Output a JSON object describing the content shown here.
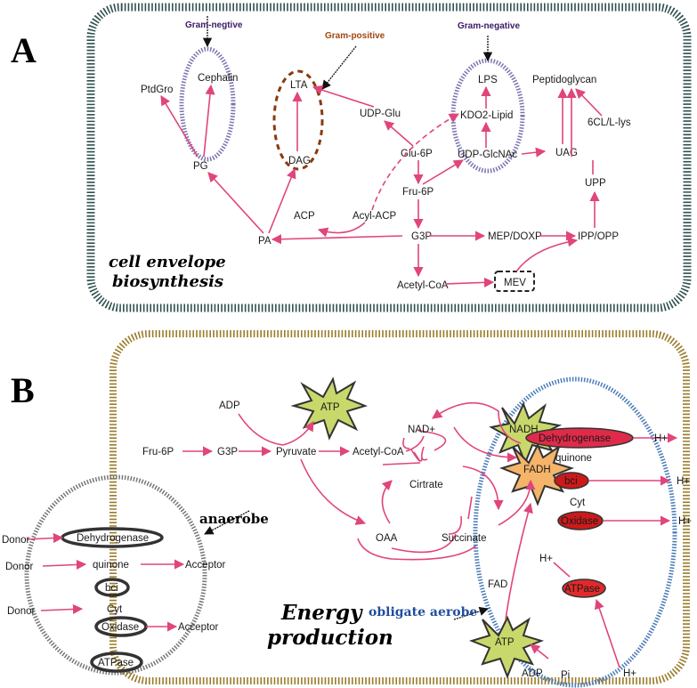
{
  "panel_a": {
    "letter": "A",
    "title_line1": "cell envelope",
    "title_line2": "biosynthesis",
    "annotations": {
      "gram_negative_left": "Gram-negtive",
      "gram_positive": "Gram-positive",
      "gram_negative_right": "Gram-negative"
    },
    "nodes": {
      "ptdgro": "PtdGro",
      "cephalin": "Cephalin",
      "pg": "PG",
      "lta": "LTA",
      "dag": "DAG",
      "udp_glu": "UDP-Glu",
      "lps": "LPS",
      "kdo2_lipid": "KDO2-Lipid",
      "udp_glcnac": "UDP-GlcNAc",
      "peptidoglycan": "Peptidoglycan",
      "sixcl": "6CL/L-lys",
      "glu6p": "Glu-6P",
      "fru6p": "Fru-6P",
      "uag": "UAG",
      "upp": "UPP",
      "acp": "ACP",
      "acyl_acp": "Acyl-ACP",
      "pa": "PA",
      "g3p": "G3P",
      "mep_doxp": "MEP/DOXP",
      "ipp_opp": "IPP/OPP",
      "acetyl_coa": "Acetyl-CoA",
      "mev": "MEV"
    }
  },
  "panel_b": {
    "letter": "B",
    "title_line1": "Energy",
    "title_line2": "production",
    "annotations": {
      "anaerobe": "anaerobe",
      "obligate_aerobe": "obligate aerobe"
    },
    "nodes": {
      "adp_top": "ADP",
      "atp_top": "ATP",
      "fru6p": "Fru-6P",
      "g3p": "G3P",
      "pyruvate": "Pyruvate",
      "acetyl_coa": "Acetyl-CoA",
      "nad_plus": "NAD+",
      "nadh": "NADH",
      "fadh": "FADH",
      "cirtrate": "Cirtrate",
      "oaa": "OAA",
      "succinate": "Succinate",
      "fad": "FAD",
      "atp_bottom": "ATP",
      "adp_bottom": "ADP",
      "pi": "Pi"
    },
    "aerobe_chain": {
      "dehydrogenase": "Dehydrogenase",
      "quinone": "quinone",
      "bci": "bci",
      "cyt": "Cyt",
      "oxidase": "Oxidase",
      "atpase": "ATPase",
      "h_plus": "H+"
    },
    "anaerobe_chain": {
      "donor": "Donor",
      "dehydrogenase": "Dehydrogenase",
      "quinone": "quinone",
      "bci": "bci",
      "cyt": "Cyt",
      "oxidase": "Oxidase",
      "atpase": "ATPase",
      "acceptor": "Acceptor"
    }
  },
  "colors": {
    "arrow": "#e0457b",
    "envelope_a": "#2f4f4f",
    "envelope_b": "#9a7b2a",
    "gram_negative": "#3b1a66",
    "gram_positive": "#a0460f",
    "lta_ring": "#8b3a0e",
    "star": "#c8d86a",
    "star_orange": "#f5b46a",
    "enzyme_red": "#d42020",
    "aerobe_text": "#1f4e9e",
    "membrane_blue": "#4a7bb7"
  }
}
